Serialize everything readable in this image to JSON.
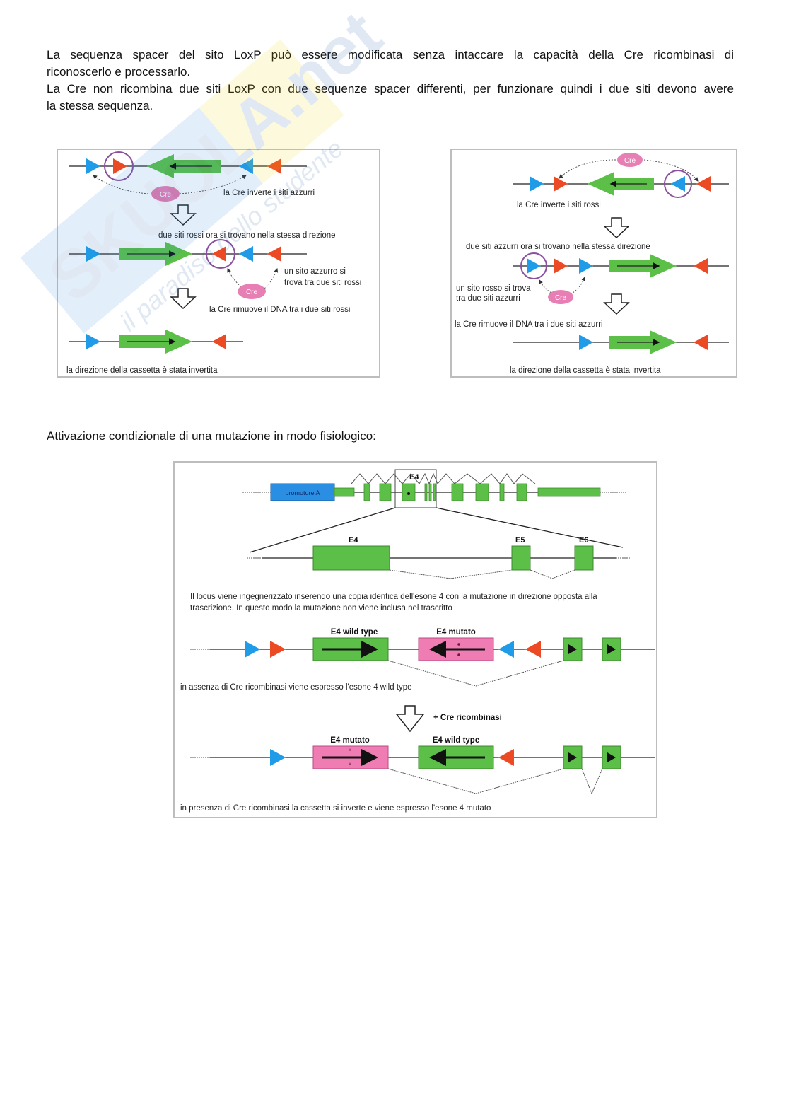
{
  "intro": {
    "line1": "La sequenza spacer del sito LoxP può essere modificata senza intaccare la capacità della Cre ricombinasi di",
    "line2": "riconoscerlo e processarlo.",
    "line3": "La Cre non ricombina due siti LoxP con due sequenze spacer differenti, per funzionare quindi i due siti devono avere",
    "line4": "la stessa sequenza."
  },
  "colors": {
    "blue_site": "#1f9be8",
    "red_site": "#ec4a24",
    "cassette_green": "#5cbf47",
    "cre_pink": "#e87fb4",
    "circle_purple": "#8a4f9e",
    "promoter_blue": "#2a8ee3",
    "mutant_pink": "#ef7db3"
  },
  "figure_left": {
    "cre_label": "Cre",
    "step1_caption": "la Cre inverte i siti azzurri",
    "step2_caption": "due siti rossi ora si trovano nella stessa direzione",
    "note_line1": "un sito azzurro si",
    "note_line2": "trova tra due siti rossi",
    "step3_caption": "la Cre rimuove il DNA tra i due siti rossi",
    "final_caption": "la direzione della cassetta è stata invertita"
  },
  "figure_right": {
    "cre_label": "Cre",
    "step1_caption": "la Cre inverte i siti rossi",
    "step2_caption": "due siti azzurri ora si trovano nella stessa direzione",
    "note_line1": "un sito rosso si trova",
    "note_line2": "tra due siti azzurri",
    "step3_caption": "la Cre rimuove il DNA tra i due siti azzurri",
    "final_caption": "la direzione della cassetta è stata invertita"
  },
  "section_heading": "Attivazione condizionale di una mutazione in modo fisiologico:",
  "figure_bottom": {
    "promoter_label": "promotore A",
    "exon_e4_top": "E4",
    "exon_e4": "E4",
    "exon_e5": "E5",
    "exon_e6": "E6",
    "description_line1": "Il locus viene ingegnerizzato inserendo una copia identica dell'esone 4 con la mutazione in direzione opposta alla",
    "description_line2": "trascrizione. In questo modo la mutazione non viene inclusa nel trascritto",
    "wt_label": "E4 wild type",
    "mut_label": "E4 mutato",
    "absence_caption": "in assenza di Cre ricombinasi viene espresso l'esone 4 wild type",
    "plus_cre": "+ Cre ricombinasi",
    "mut_label_after": "E4 mutato",
    "wt_label_after": "E4 wild type",
    "presence_caption": "in presenza di Cre ricombinasi la cassetta si inverte e viene espresso l'esone 4 mutato"
  },
  "watermark": {
    "brand": "SKUOLA.net",
    "slogan": "il paradiso dello studente"
  }
}
